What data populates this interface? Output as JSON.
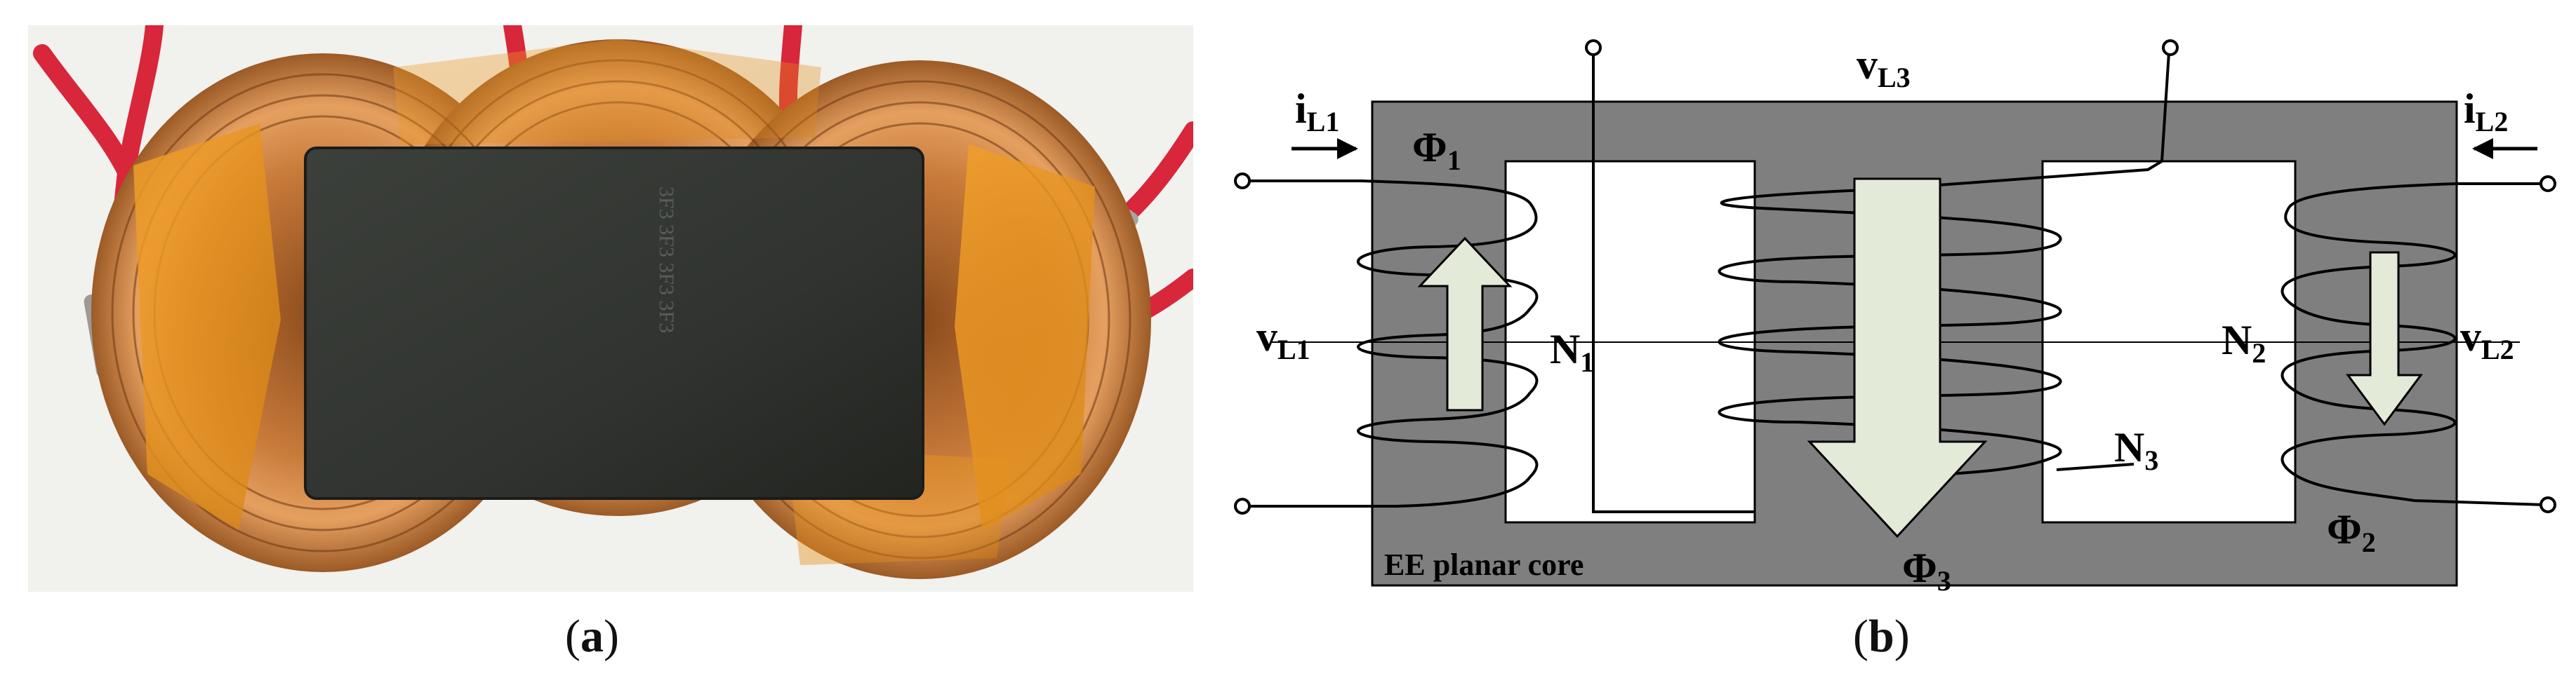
{
  "captions": {
    "a_open": "(",
    "a_letter": "a",
    "a_close": ")",
    "b_open": "(",
    "b_letter": "b",
    "b_close": ")"
  },
  "photo": {
    "ferrite_marking": "3F3 3F3 3F3 3F3"
  },
  "diagram": {
    "core_label": "EE planar core",
    "currents": {
      "i1_base": "i",
      "i1_sub": "L1",
      "i2_base": "i",
      "i2_sub": "L2"
    },
    "voltages": {
      "v1_base": "v",
      "v1_sub": "L1",
      "v2_base": "v",
      "v2_sub": "L2",
      "v3_base": "v",
      "v3_sub": "L3"
    },
    "fluxes": {
      "phi1_base": "Φ",
      "phi1_sub": "1",
      "phi2_base": "Φ",
      "phi2_sub": "2",
      "phi3_base": "Φ",
      "phi3_sub": "3"
    },
    "windings": {
      "n1_base": "N",
      "n1_sub": "1",
      "n2_base": "N",
      "n2_sub": "2",
      "n3_base": "N",
      "n3_sub": "3"
    },
    "colors": {
      "core": "#7f7f7f",
      "window": "#ffffff",
      "flux_arrow": "#e4ead8",
      "wire": "#000000"
    }
  }
}
